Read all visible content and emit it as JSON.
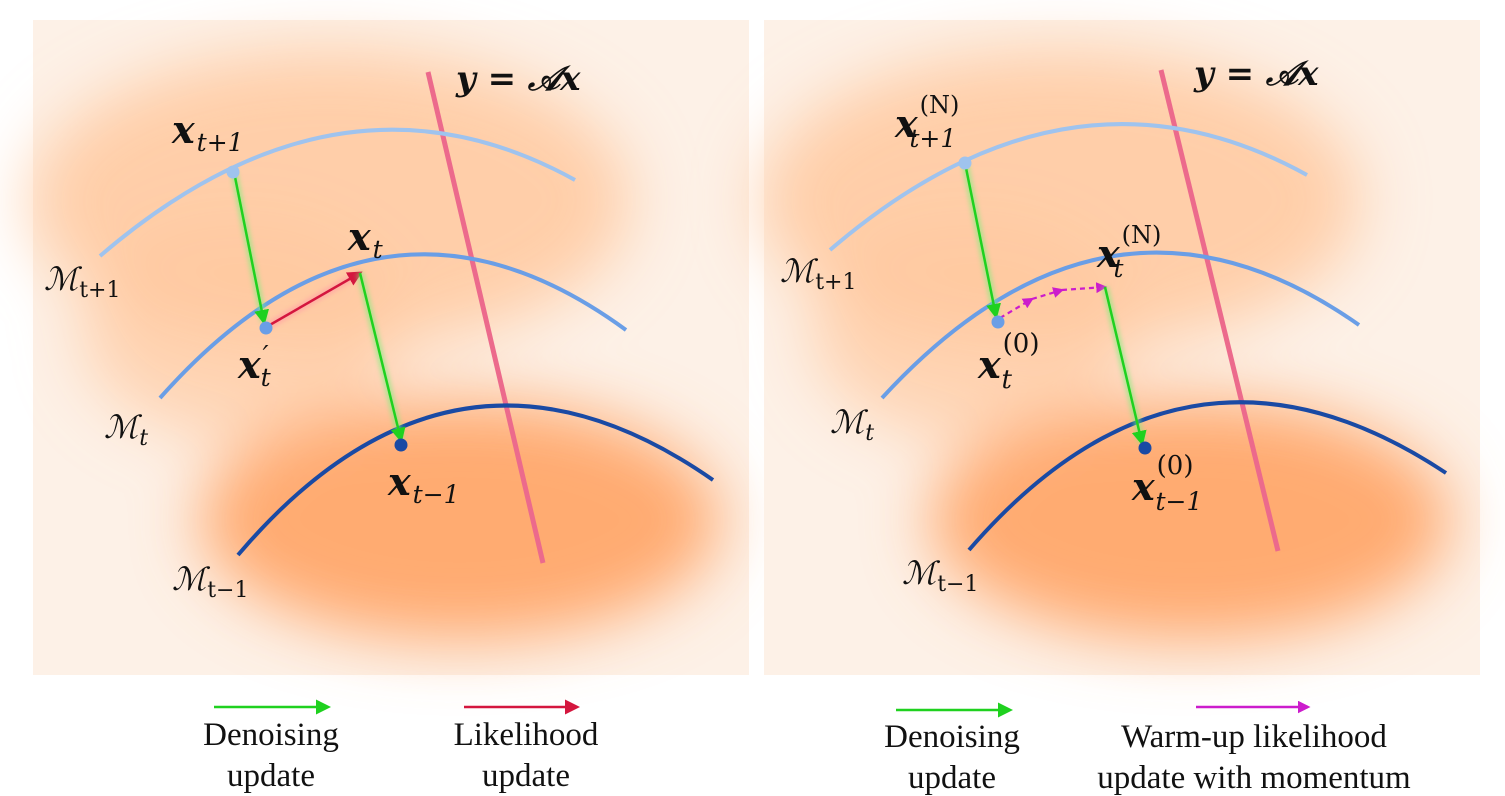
{
  "left_panel": {
    "constraint_label": {
      "main": "y = 𝒜x"
    },
    "manifold_labels": [
      {
        "main": "ℳ",
        "sub": "t+1"
      },
      {
        "main": "ℳ",
        "sub": "t"
      },
      {
        "main": "ℳ",
        "sub": "t−1"
      }
    ],
    "point_labels": {
      "x_t_plus_1": {
        "main": "x",
        "sub": "t+1"
      },
      "x_t": {
        "main": "x",
        "sub": "t"
      },
      "x_t_prime": {
        "main": "x",
        "sup": "′",
        "sub": "t"
      },
      "x_t_minus_1": {
        "main": "x",
        "sub": "t−1"
      }
    }
  },
  "right_panel": {
    "constraint_label": {
      "main": "y = 𝒜x"
    },
    "manifold_labels": [
      {
        "main": "ℳ",
        "sub": "t+1"
      },
      {
        "main": "ℳ",
        "sub": "t"
      },
      {
        "main": "ℳ",
        "sub": "t−1"
      }
    ],
    "point_labels": {
      "x_t_plus_1_N": {
        "main": "x",
        "sup": "(N)",
        "sub": "t+1"
      },
      "x_t_N": {
        "main": "x",
        "sup": "(N)",
        "sub": "t"
      },
      "x_t_0": {
        "main": "x",
        "sup": "(0)",
        "sub": "t"
      },
      "x_t_minus_1_0": {
        "main": "x",
        "sup": "(0)",
        "sub": "t−1"
      }
    }
  },
  "legend": {
    "left": {
      "denoising": {
        "line1": "Denoising",
        "line2": "update"
      },
      "likelihood": {
        "line1": "Likelihood",
        "line2": "update"
      }
    },
    "right": {
      "denoising": {
        "line1": "Denoising",
        "line2": "update"
      },
      "warmup": {
        "line1": "Warm-up likelihood",
        "line2": "update with momentum"
      }
    }
  },
  "colors": {
    "panel_background": "#fdf1e7",
    "blob_orange": "#ffa76a",
    "manifold_light": "#9fc3ee",
    "manifold_mid": "#6a9ee6",
    "manifold_dark": "#1a4aa4",
    "constraint_line": "#ec6a8c",
    "denoising_arrow": "#1fd11f",
    "likelihood_arrow": "#d4163e",
    "warmup_arrow": "#cc1ccc"
  }
}
